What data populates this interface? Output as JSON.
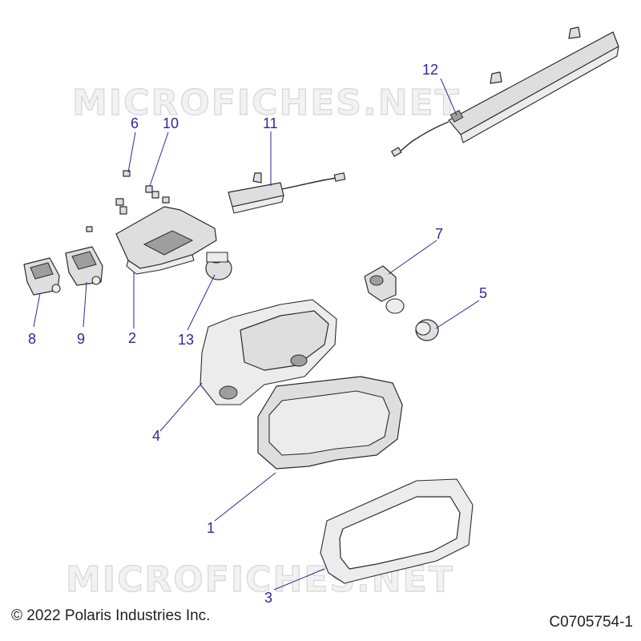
{
  "watermark": "MICROFICHES.NET",
  "callouts": [
    {
      "id": "1",
      "label": "1"
    },
    {
      "id": "2",
      "label": "2"
    },
    {
      "id": "3",
      "label": "3"
    },
    {
      "id": "4",
      "label": "4"
    },
    {
      "id": "5",
      "label": "5"
    },
    {
      "id": "6",
      "label": "6"
    },
    {
      "id": "7",
      "label": "7"
    },
    {
      "id": "8",
      "label": "8"
    },
    {
      "id": "9",
      "label": "9"
    },
    {
      "id": "10",
      "label": "10"
    },
    {
      "id": "11",
      "label": "11"
    },
    {
      "id": "12",
      "label": "12"
    },
    {
      "id": "13",
      "label": "13"
    }
  ],
  "footer": {
    "copyright": "© 2022 Polaris Industries Inc.",
    "drawing_id": "C0705754-1"
  }
}
